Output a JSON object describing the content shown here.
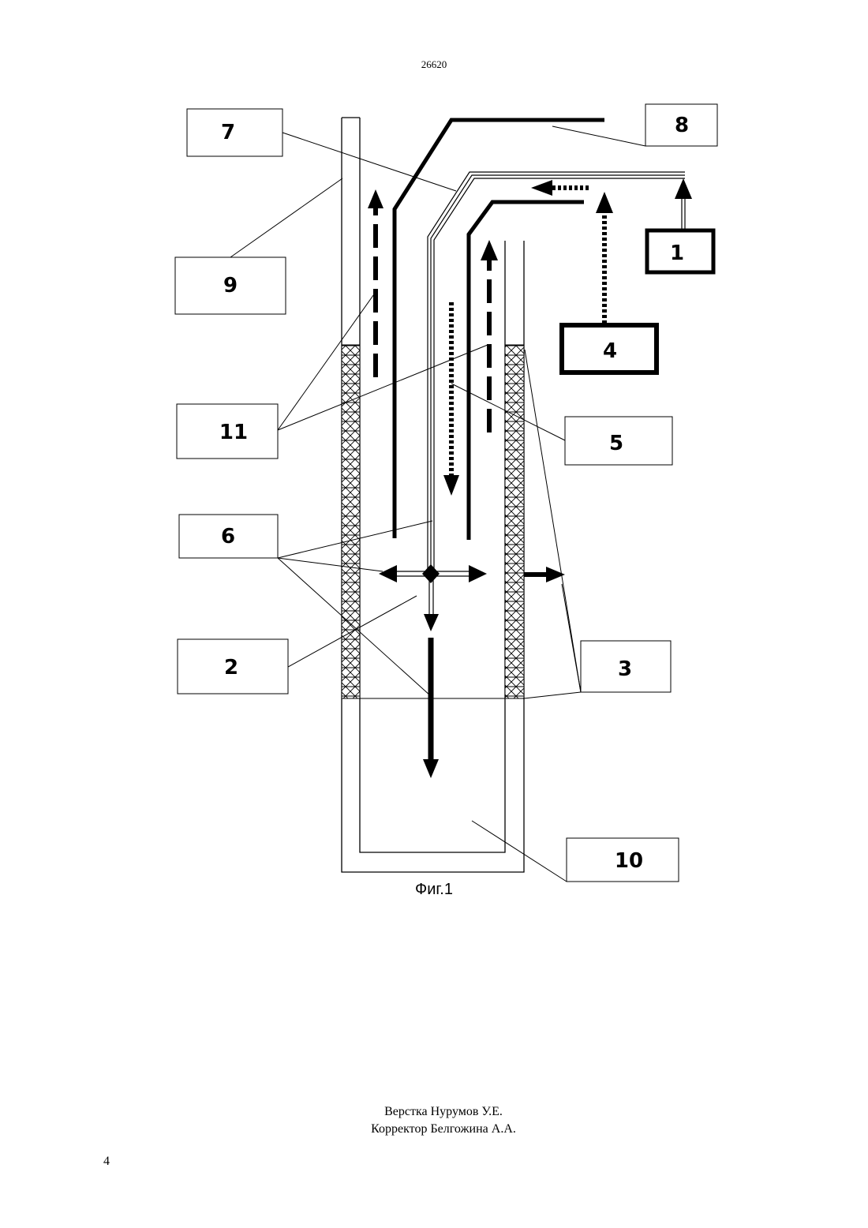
{
  "header": {
    "patent_number": "26620"
  },
  "figure": {
    "caption": "Фиг.1",
    "labels": [
      "7",
      "8",
      "1",
      "9",
      "4",
      "11",
      "5",
      "6",
      "2",
      "3",
      "10"
    ]
  },
  "footer": {
    "layout": "Верстка Нурумов У.Е.",
    "proofreader": "Корректор Белгожина А.А.",
    "page_number": "4"
  }
}
